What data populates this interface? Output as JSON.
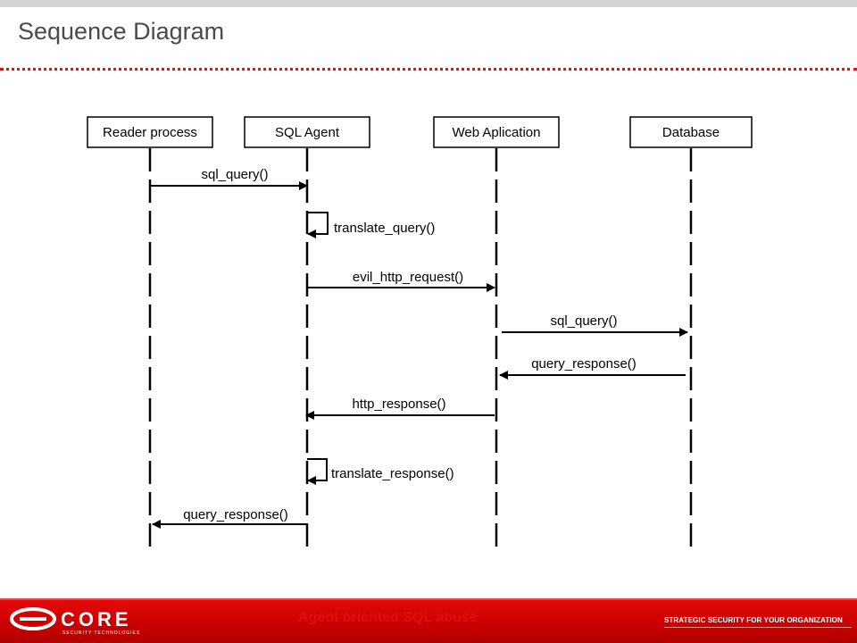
{
  "slide": {
    "title": "Sequence Diagram",
    "footer_caption": "Agent oriented SQL abuse",
    "tagline": "STRATEGIC SECURITY FOR YOUR ORGANIZATION",
    "logo_word": "CORE",
    "logo_sub": "SECURITY TECHNOLOGIES"
  },
  "diagram": {
    "participants": [
      {
        "label": "Reader process"
      },
      {
        "label": "SQL Agent"
      },
      {
        "label": "Web Aplication"
      },
      {
        "label": "Database"
      }
    ],
    "messages": [
      {
        "label": "sql_query()",
        "from": 0,
        "to": 1
      },
      {
        "label": "translate_query()",
        "from": 1,
        "to": 1
      },
      {
        "label": "evil_http_request()",
        "from": 1,
        "to": 2
      },
      {
        "label": "sql_query()",
        "from": 2,
        "to": 3
      },
      {
        "label": "query_response()",
        "from": 3,
        "to": 2
      },
      {
        "label": "http_response()",
        "from": 2,
        "to": 1
      },
      {
        "label": "translate_response()",
        "from": 1,
        "to": 1
      },
      {
        "label": "query_response()",
        "from": 1,
        "to": 0
      }
    ]
  },
  "colors": {
    "accent_red": "#d21a1a",
    "footer_red": "#cc0000",
    "line": "#000000",
    "title_gray": "#4a4a4a"
  }
}
